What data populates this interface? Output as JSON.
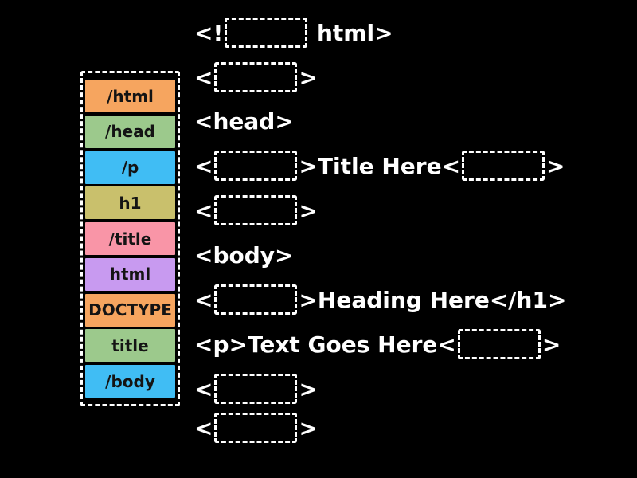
{
  "app": {
    "background_color": "#000000",
    "code_text_color": "#ffffff",
    "blank_border_color": "#ffffff",
    "word_bank_border_color": "#ffffff"
  },
  "word_bank": {
    "tiles": [
      {
        "label": "/html",
        "color": "#F6A55F"
      },
      {
        "label": "/head",
        "color": "#9CC98C"
      },
      {
        "label": "/p",
        "color": "#40BDF4"
      },
      {
        "label": "h1",
        "color": "#C9C06C"
      },
      {
        "label": "/title",
        "color": "#F995A7"
      },
      {
        "label": "html",
        "color": "#C89AF0"
      },
      {
        "label": "DOCTYPE",
        "color": "#F6A55F"
      },
      {
        "label": "title",
        "color": "#9CC98C"
      },
      {
        "label": "/body",
        "color": "#40BDF4"
      }
    ]
  },
  "code": {
    "lines": [
      {
        "segments": [
          {
            "type": "text",
            "value": "<!"
          },
          {
            "type": "blank"
          },
          {
            "type": "text",
            "value": " html>"
          }
        ]
      },
      {
        "segments": [
          {
            "type": "text",
            "value": "<"
          },
          {
            "type": "blank"
          },
          {
            "type": "text",
            "value": ">"
          }
        ]
      },
      {
        "segments": [
          {
            "type": "text",
            "value": "<head>"
          }
        ]
      },
      {
        "segments": [
          {
            "type": "text",
            "value": "<"
          },
          {
            "type": "blank"
          },
          {
            "type": "text",
            "value": ">Title Here<"
          },
          {
            "type": "blank"
          },
          {
            "type": "text",
            "value": ">"
          }
        ]
      },
      {
        "segments": [
          {
            "type": "text",
            "value": "<"
          },
          {
            "type": "blank"
          },
          {
            "type": "text",
            "value": ">"
          }
        ]
      },
      {
        "segments": [
          {
            "type": "text",
            "value": "<body>"
          }
        ]
      },
      {
        "segments": [
          {
            "type": "text",
            "value": "<"
          },
          {
            "type": "blank"
          },
          {
            "type": "text",
            "value": ">Heading Here</h1>"
          }
        ]
      },
      {
        "segments": [
          {
            "type": "text",
            "value": "<p>Text Goes Here<"
          },
          {
            "type": "blank"
          },
          {
            "type": "text",
            "value": ">"
          }
        ]
      },
      {
        "segments": [
          {
            "type": "text",
            "value": "<"
          },
          {
            "type": "blank"
          },
          {
            "type": "text",
            "value": ">"
          }
        ]
      },
      {
        "segments": [
          {
            "type": "text",
            "value": "<"
          },
          {
            "type": "blank"
          },
          {
            "type": "text",
            "value": ">"
          }
        ]
      }
    ]
  }
}
